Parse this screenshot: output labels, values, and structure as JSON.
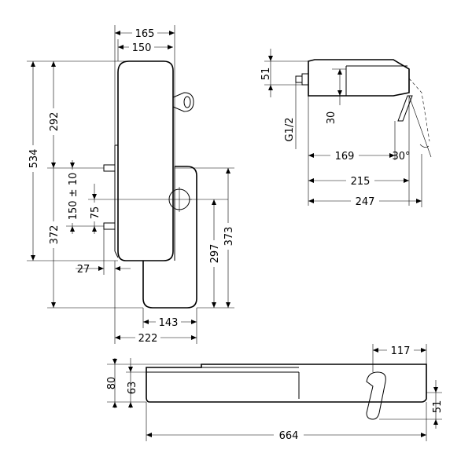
{
  "front_view": {
    "dims": {
      "width_outer": "165",
      "width_inner": "150",
      "height_total": "534",
      "height_upper": "292",
      "inlet_spacing": "150 ± 10",
      "inlet_offset": "75",
      "lower_height": "372",
      "projection": "27",
      "panel_height_short": "297",
      "panel_height_long": "373",
      "panel_width": "143",
      "overall_width": "222"
    }
  },
  "side_view": {
    "dims": {
      "height": "51",
      "thread": "G1/2",
      "depth": "30",
      "len_169": "169",
      "len_215": "215",
      "len_247": "247",
      "angle": "30°"
    }
  },
  "top_view": {
    "dims": {
      "h80": "80",
      "h63": "63",
      "handle_width": "117",
      "handle_height": "51",
      "total_length": "664"
    }
  }
}
